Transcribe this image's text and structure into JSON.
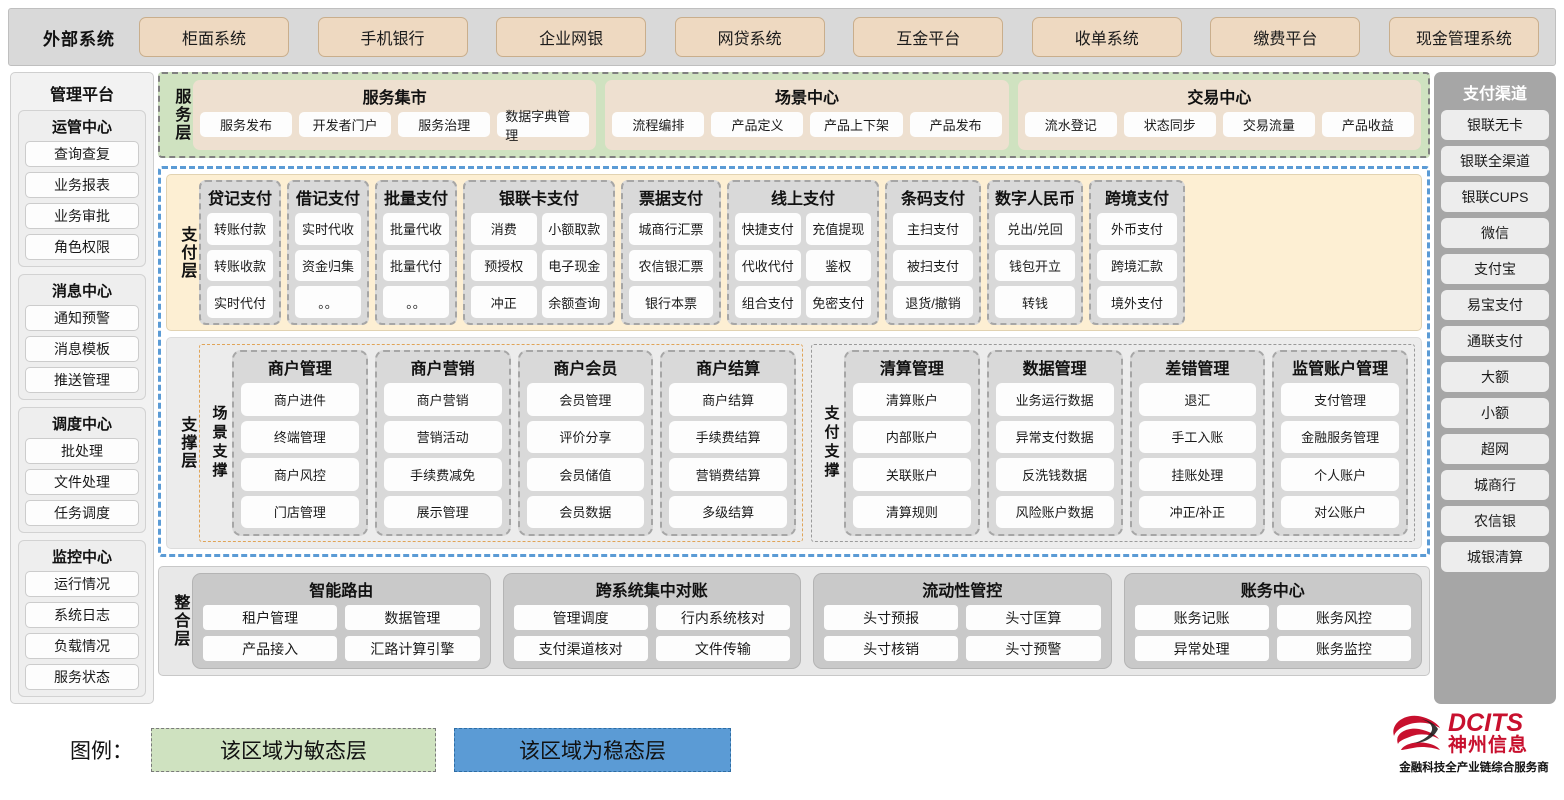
{
  "external": {
    "title": "外部系统",
    "items": [
      "柜面系统",
      "手机银行",
      "企业网银",
      "网贷系统",
      "互金平台",
      "收单系统",
      "缴费平台",
      "现金管理系统"
    ]
  },
  "management": {
    "title": "管理平台",
    "groups": [
      {
        "title": "运管中心",
        "items": [
          "查询查复",
          "业务报表",
          "业务审批",
          "角色权限"
        ]
      },
      {
        "title": "消息中心",
        "items": [
          "通知预警",
          "消息模板",
          "推送管理"
        ]
      },
      {
        "title": "调度中心",
        "items": [
          "批处理",
          "文件处理",
          "任务调度"
        ]
      },
      {
        "title": "监控中心",
        "items": [
          "运行情况",
          "系统日志",
          "负载情况",
          "服务状态"
        ]
      }
    ]
  },
  "channels": {
    "title": "支付渠道",
    "items": [
      "银联无卡",
      "银联全渠道",
      "银联CUPS",
      "微信",
      "支付宝",
      "易宝支付",
      "通联支付",
      "大额",
      "小额",
      "超网",
      "城商行",
      "农信银",
      "城银清算"
    ]
  },
  "service_layer": {
    "label": "服务层",
    "groups": [
      {
        "title": "服务集市",
        "items": [
          "服务发布",
          "开发者门户",
          "服务治理",
          "数据字典管理"
        ]
      },
      {
        "title": "场景中心",
        "items": [
          "流程编排",
          "产品定义",
          "产品上下架",
          "产品发布"
        ]
      },
      {
        "title": "交易中心",
        "items": [
          "流水登记",
          "状态同步",
          "交易流量",
          "产品收益"
        ]
      }
    ]
  },
  "payment_layer": {
    "label": "支付层",
    "groups": [
      {
        "title": "贷记支付",
        "cols": 1,
        "width": 82,
        "items": [
          "转账付款",
          "转账收款",
          "实时代付"
        ]
      },
      {
        "title": "借记支付",
        "cols": 1,
        "width": 82,
        "items": [
          "实时代收",
          "资金归集",
          "。。"
        ]
      },
      {
        "title": "批量支付",
        "cols": 1,
        "width": 82,
        "items": [
          "批量代收",
          "批量代付",
          "。。"
        ]
      },
      {
        "title": "银联卡支付",
        "cols": 2,
        "width": 152,
        "items": [
          "消费",
          "小额取款",
          "预授权",
          "电子现金",
          "冲正",
          "余额查询"
        ]
      },
      {
        "title": "票据支付",
        "cols": 1,
        "width": 100,
        "items": [
          "城商行汇票",
          "农信银汇票",
          "银行本票"
        ]
      },
      {
        "title": "线上支付",
        "cols": 2,
        "width": 152,
        "items": [
          "快捷支付",
          "充值提现",
          "代收代付",
          "鉴权",
          "组合支付",
          "免密支付"
        ]
      },
      {
        "title": "条码支付",
        "cols": 1,
        "width": 96,
        "items": [
          "主扫支付",
          "被扫支付",
          "退货/撤销"
        ]
      },
      {
        "title": "数字人民币",
        "cols": 1,
        "width": 96,
        "items": [
          "兑出/兑回",
          "钱包开立",
          "转钱"
        ]
      },
      {
        "title": "跨境支付",
        "cols": 1,
        "width": 96,
        "items": [
          "外币支付",
          "跨境汇款",
          "境外支付"
        ]
      }
    ]
  },
  "support_layer": {
    "label": "支撑层",
    "scene": {
      "label": "场景支撑",
      "groups": [
        {
          "title": "商户管理",
          "items": [
            "商户进件",
            "终端管理",
            "商户风控",
            "门店管理"
          ]
        },
        {
          "title": "商户营销",
          "items": [
            "商户营销",
            "营销活动",
            "手续费减免",
            "展示管理"
          ]
        },
        {
          "title": "商户会员",
          "items": [
            "会员管理",
            "评价分享",
            "会员储值",
            "会员数据"
          ]
        },
        {
          "title": "商户结算",
          "items": [
            "商户结算",
            "手续费结算",
            "营销费结算",
            "多级结算"
          ]
        }
      ]
    },
    "payment_support": {
      "label": "支付支撑",
      "groups": [
        {
          "title": "清算管理",
          "items": [
            "清算账户",
            "内部账户",
            "关联账户",
            "清算规则"
          ]
        },
        {
          "title": "数据管理",
          "items": [
            "业务运行数据",
            "异常支付数据",
            "反洗钱数据",
            "风险账户数据"
          ]
        },
        {
          "title": "差错管理",
          "items": [
            "退汇",
            "手工入账",
            "挂账处理",
            "冲正/补正"
          ]
        },
        {
          "title": "监管账户管理",
          "items": [
            "支付管理",
            "金融服务管理",
            "个人账户",
            "对公账户"
          ]
        }
      ]
    }
  },
  "integration_layer": {
    "label": "整合层",
    "groups": [
      {
        "title": "智能路由",
        "items": [
          "租户管理",
          "数据管理",
          "产品接入",
          "汇路计算引擎"
        ]
      },
      {
        "title": "跨系统集中对账",
        "items": [
          "管理调度",
          "行内系统核对",
          "支付渠道核对",
          "文件传输"
        ]
      },
      {
        "title": "流动性管控",
        "items": [
          "头寸预报",
          "头寸匡算",
          "头寸核销",
          "头寸预警"
        ]
      },
      {
        "title": "账务中心",
        "items": [
          "账务记账",
          "账务风控",
          "异常处理",
          "账务监控"
        ]
      }
    ]
  },
  "legend": {
    "label": "图例：",
    "agile": "该区域为敏态层",
    "stable": "该区域为稳态层",
    "agile_color": "#cfe2c0",
    "stable_color": "#5b9bd5"
  },
  "logo": {
    "en": "DCITS",
    "cn": "神州信息",
    "tagline": "金融科技全产业链综合服务商",
    "color": "#c8102e"
  }
}
